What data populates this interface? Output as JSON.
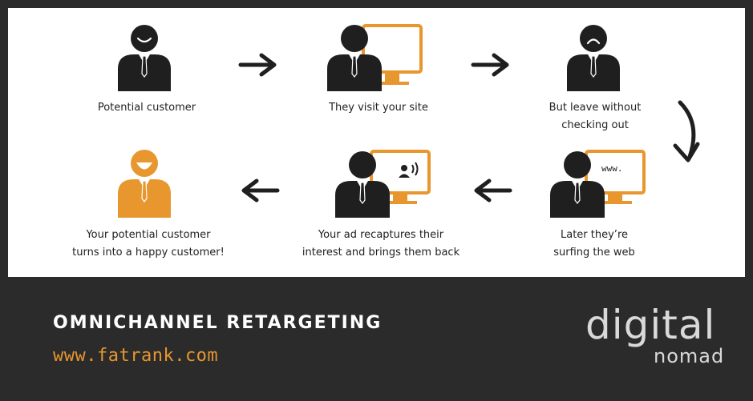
{
  "colors": {
    "accent": "#e8962e",
    "figure": "#1f1f1f",
    "footer_bg": "#2b2b2b",
    "panel_bg": "#ffffff"
  },
  "steps": [
    {
      "caption_lines": [
        "Potential customer"
      ],
      "icon": "smiling-person-icon"
    },
    {
      "caption_lines": [
        "They visit your site"
      ],
      "icon": "person-at-computer-icon"
    },
    {
      "caption_lines": [
        "But leave without",
        "checking out"
      ],
      "icon": "sad-person-icon"
    },
    {
      "caption_lines": [
        "Later they’re",
        "surfing the web"
      ],
      "icon": "person-browsing-web-icon",
      "screen_text": "www."
    },
    {
      "caption_lines": [
        "Your ad recaptures their",
        "interest and brings them back"
      ],
      "icon": "person-viewing-ad-icon"
    },
    {
      "caption_lines": [
        "Your potential customer",
        "turns into a happy customer!"
      ],
      "icon": "happy-customer-icon"
    }
  ],
  "footer": {
    "title": "OMNICHANNEL RETARGETING",
    "url": "www.fatrank.com"
  },
  "logo": {
    "main": "digital",
    "sub": "nomad"
  }
}
